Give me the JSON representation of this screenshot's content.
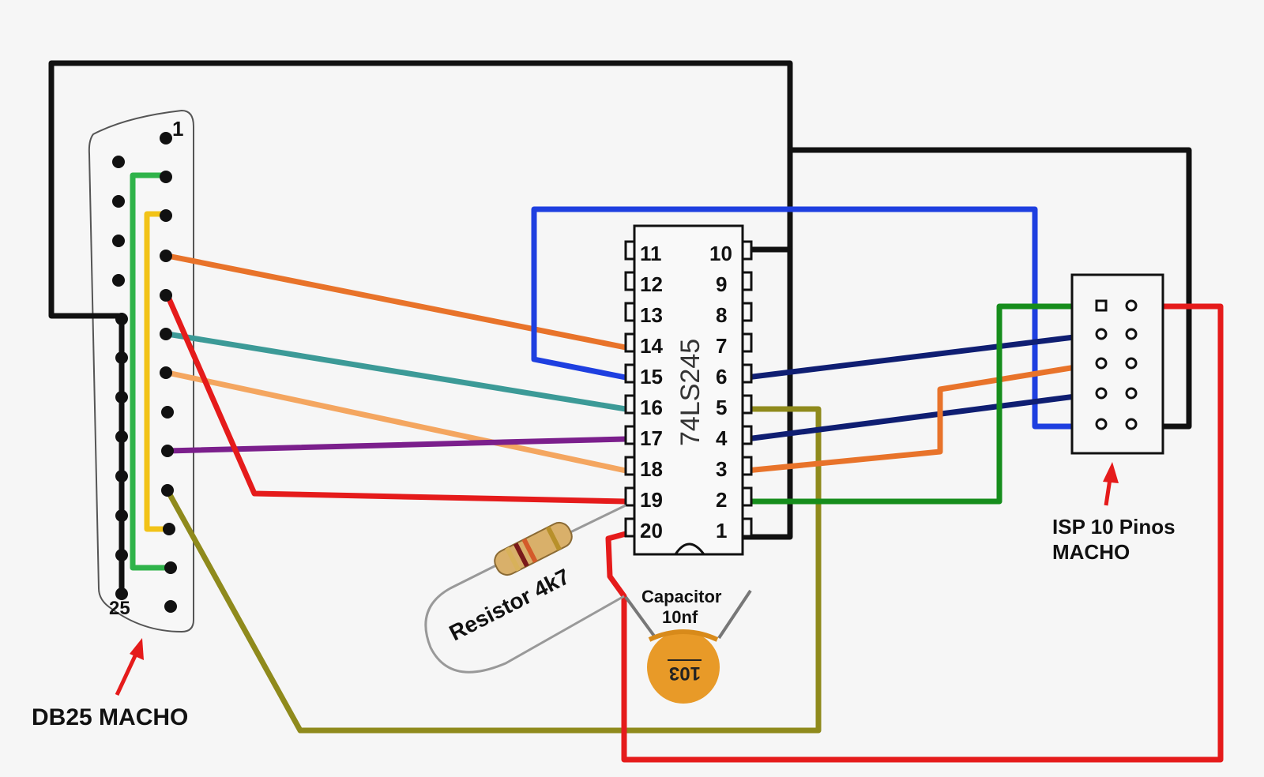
{
  "title": "",
  "db25": {
    "pin_first": "1",
    "pin_last": "25",
    "caption": "DB25 MACHO"
  },
  "ic": {
    "name": "74LS245",
    "left_pins": [
      "11",
      "12",
      "13",
      "14",
      "15",
      "16",
      "17",
      "18",
      "19",
      "20"
    ],
    "right_pins": [
      "10",
      "9",
      "8",
      "7",
      "6",
      "5",
      "4",
      "3",
      "2",
      "1"
    ]
  },
  "isp": {
    "caption_line1": "ISP 10 Pinos",
    "caption_line2": "MACHO"
  },
  "resistor": {
    "label": "Resistor 4k7"
  },
  "capacitor": {
    "label_line1": "Capacitor",
    "label_line2": "10nf",
    "code": "103"
  },
  "colors": {
    "black": "#111111",
    "green": "#2fb34a",
    "yellow": "#f2c318",
    "orange": "#e8732a",
    "teal": "#3c9a97",
    "light_orange": "#f4a660",
    "red": "#e51b1b",
    "purple": "#7b1f8c",
    "olive": "#8f8a1c",
    "blue": "#1e3fe0",
    "navy": "#0f1e72",
    "dark_green": "#168d1c",
    "capacitor": "#e89a28"
  }
}
